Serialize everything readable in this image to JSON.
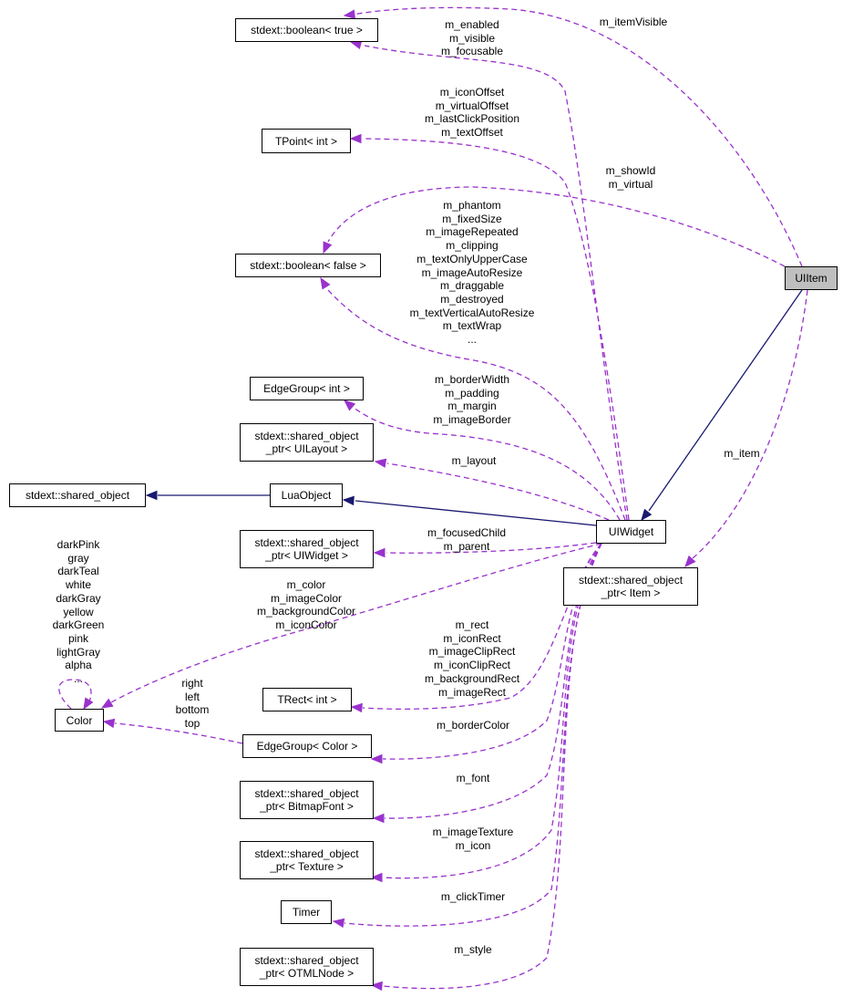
{
  "colors": {
    "solid_edge": "#191970",
    "dashed_edge": "#9932cc",
    "focus_node": "#bfbfbf"
  },
  "nodes": [
    {
      "id": "bool_true",
      "name": "class-box-boolean-true",
      "lines": [
        "stdext::boolean< true >"
      ]
    },
    {
      "id": "tpoint",
      "name": "class-box-tpoint",
      "lines": [
        "TPoint< int >"
      ]
    },
    {
      "id": "bool_false",
      "name": "class-box-boolean-false",
      "lines": [
        "stdext::boolean< false >"
      ]
    },
    {
      "id": "edgegroup_int",
      "name": "class-box-edgegroup-int",
      "lines": [
        "EdgeGroup< int >"
      ]
    },
    {
      "id": "sop_uilayout",
      "name": "class-box-sop-uilayout",
      "lines": [
        "stdext::shared_object",
        "_ptr< UILayout >"
      ]
    },
    {
      "id": "shared_object",
      "name": "class-box-shared-object",
      "lines": [
        "stdext::shared_object"
      ]
    },
    {
      "id": "luaobject",
      "name": "class-box-luaobject",
      "lines": [
        "LuaObject"
      ]
    },
    {
      "id": "uiwidget",
      "name": "class-box-uiwidget",
      "lines": [
        "UIWidget"
      ]
    },
    {
      "id": "uiitem",
      "name": "class-box-uiitem",
      "lines": [
        "UIItem"
      ]
    },
    {
      "id": "sop_uiwidget",
      "name": "class-box-sop-uiwidget",
      "lines": [
        "stdext::shared_object",
        "_ptr< UIWidget >"
      ]
    },
    {
      "id": "sop_item",
      "name": "class-box-sop-item",
      "lines": [
        "stdext::shared_object",
        "_ptr< Item >"
      ]
    },
    {
      "id": "color",
      "name": "class-box-color",
      "lines": [
        "Color"
      ]
    },
    {
      "id": "trect",
      "name": "class-box-trect",
      "lines": [
        "TRect< int >"
      ]
    },
    {
      "id": "edgegroup_color",
      "name": "class-box-edgegroup-color",
      "lines": [
        "EdgeGroup< Color >"
      ]
    },
    {
      "id": "sop_bitmapfont",
      "name": "class-box-sop-bitmapfont",
      "lines": [
        "stdext::shared_object",
        "_ptr< BitmapFont >"
      ]
    },
    {
      "id": "sop_texture",
      "name": "class-box-sop-texture",
      "lines": [
        "stdext::shared_object",
        "_ptr< Texture >"
      ]
    },
    {
      "id": "timer",
      "name": "class-box-timer",
      "lines": [
        "Timer"
      ]
    },
    {
      "id": "sop_otmlnode",
      "name": "class-box-sop-otmlnode",
      "lines": [
        "stdext::shared_object",
        "_ptr< OTMLNode >"
      ]
    }
  ],
  "edge_labels": [
    {
      "id": "lbl_itemvisible",
      "name": "edge-label-item-visible",
      "lines": [
        "m_itemVisible"
      ]
    },
    {
      "id": "lbl_enabled",
      "name": "edge-label-enabled",
      "lines": [
        "m_enabled",
        "m_visible",
        "m_focusable"
      ]
    },
    {
      "id": "lbl_offsets",
      "name": "edge-label-offsets",
      "lines": [
        "m_iconOffset",
        "m_virtualOffset",
        "m_lastClickPosition",
        "m_textOffset"
      ]
    },
    {
      "id": "lbl_showid",
      "name": "edge-label-showid",
      "lines": [
        "m_showId",
        "m_virtual"
      ]
    },
    {
      "id": "lbl_flags",
      "name": "edge-label-boolean-flags",
      "lines": [
        "m_phantom",
        "m_fixedSize",
        "m_imageRepeated",
        "m_clipping",
        "m_textOnlyUpperCase",
        "m_imageAutoResize",
        "m_draggable",
        "m_destroyed",
        "m_textVerticalAutoResize",
        "m_textWrap",
        "..."
      ]
    },
    {
      "id": "lbl_border",
      "name": "edge-label-border-width",
      "lines": [
        "m_borderWidth",
        "m_padding",
        "m_margin",
        "m_imageBorder"
      ]
    },
    {
      "id": "lbl_layout",
      "name": "edge-label-layout",
      "lines": [
        "m_layout"
      ]
    },
    {
      "id": "lbl_item",
      "name": "edge-label-item",
      "lines": [
        "m_item"
      ]
    },
    {
      "id": "lbl_focused",
      "name": "edge-label-focused-child",
      "lines": [
        "m_focusedChild",
        "m_parent"
      ]
    },
    {
      "id": "lbl_colors",
      "name": "edge-label-colors",
      "lines": [
        "m_color",
        "m_imageColor",
        "m_backgroundColor",
        "m_iconColor"
      ]
    },
    {
      "id": "lbl_color_self",
      "name": "edge-label-color-statics",
      "lines": [
        "darkPink",
        "gray",
        "darkTeal",
        "white",
        "darkGray",
        "yellow",
        "darkGreen",
        "pink",
        "lightGray",
        "alpha",
        "..."
      ]
    },
    {
      "id": "lbl_rects",
      "name": "edge-label-rects",
      "lines": [
        "m_rect",
        "m_iconRect",
        "m_imageClipRect",
        "m_iconClipRect",
        "m_backgroundRect",
        "m_imageRect"
      ]
    },
    {
      "id": "lbl_sides",
      "name": "edge-label-sides",
      "lines": [
        "right",
        "left",
        "bottom",
        "top"
      ]
    },
    {
      "id": "lbl_bordercolor",
      "name": "edge-label-border-color",
      "lines": [
        "m_borderColor"
      ]
    },
    {
      "id": "lbl_font",
      "name": "edge-label-font",
      "lines": [
        "m_font"
      ]
    },
    {
      "id": "lbl_texture",
      "name": "edge-label-image-texture",
      "lines": [
        "m_imageTexture",
        "m_icon"
      ]
    },
    {
      "id": "lbl_timer",
      "name": "edge-label-click-timer",
      "lines": [
        "m_clickTimer"
      ]
    },
    {
      "id": "lbl_style",
      "name": "edge-label-style",
      "lines": [
        "m_style"
      ]
    }
  ]
}
